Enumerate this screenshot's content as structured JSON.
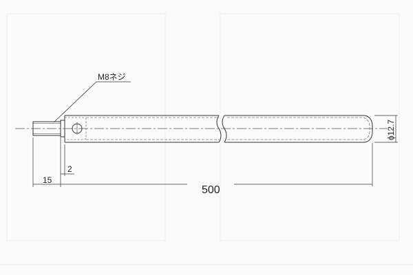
{
  "drawing": {
    "thread_label": "M8ネジ",
    "dim_thread_length": "15",
    "dim_step": "2",
    "dim_total_length": "500",
    "dim_diameter": "ϕ12.7"
  },
  "colors": {
    "line": "#333333",
    "hidden": "#777777",
    "background": "#fbfbfb"
  }
}
